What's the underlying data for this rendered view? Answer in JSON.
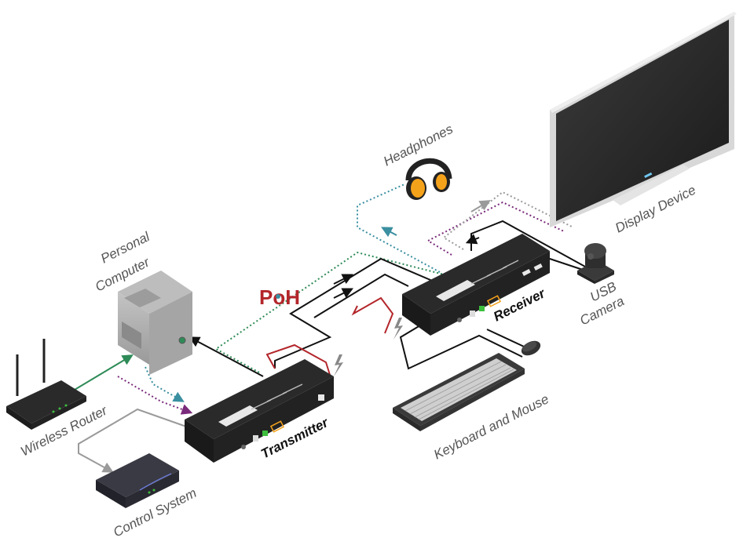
{
  "labels": {
    "personal_computer_line1": "Personal",
    "personal_computer_line2": "Computer",
    "headphones": "Headphones",
    "display_device": "Display Device",
    "usb_camera_line1": "USB",
    "usb_camera_line2": "Camera",
    "receiver": "Receiver",
    "transmitter": "Transmitter",
    "keyboard_and_mouse": "Keyboard and Mouse",
    "wireless_router": "Wireless Router",
    "control_system": "Control System",
    "poe": "PoH"
  },
  "colors": {
    "hdmi": "#111111",
    "usb": "#8a8a8a",
    "audio": "#3a8fa0",
    "network": "#2e8b57",
    "rs232": "#7a2a7a",
    "power": "#b3262b",
    "control": "#9a9a9a",
    "accent": "#f5a21b"
  }
}
